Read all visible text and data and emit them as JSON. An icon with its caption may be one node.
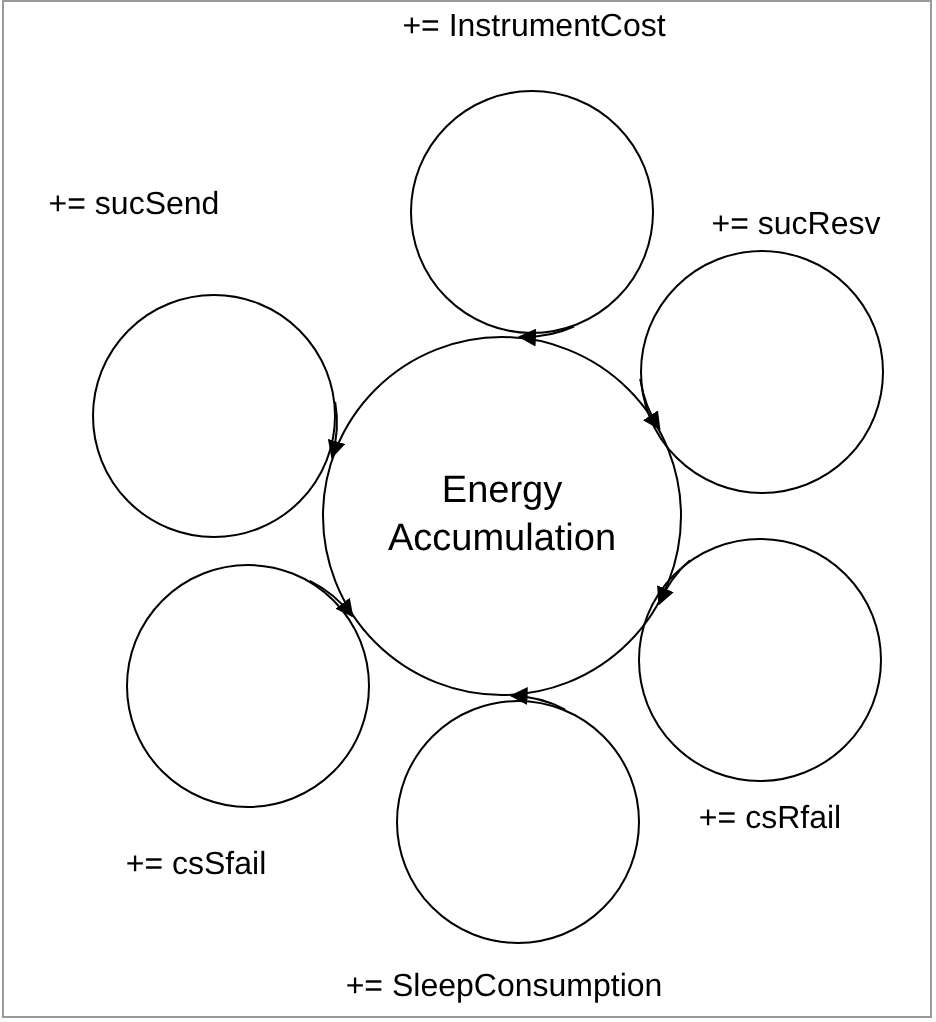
{
  "diagram": {
    "nodes": [
      {
        "text": [
          "Energy Accumulation"
        ]
      },
      {
        "text": [
          "+= InstrumentCost"
        ]
      },
      {
        "text": [
          "+= sucSend"
        ]
      },
      {
        "text": [
          "+= sucResv"
        ]
      },
      {
        "text": [
          "+= csSfail"
        ]
      },
      {
        "text": [
          "+= csRfail"
        ]
      },
      {
        "text": [
          "+= SleepConsumption"
        ]
      }
    ],
    "edges": [
      {
        "from": 1,
        "to": 0,
        "arrow": "to"
      },
      {
        "from": 2,
        "to": 0,
        "arrow": "to"
      },
      {
        "from": 3,
        "to": 0,
        "arrow": "to"
      },
      {
        "from": 4,
        "to": 0,
        "arrow": "to"
      },
      {
        "from": 5,
        "to": 0,
        "arrow": "to"
      },
      {
        "from": 6,
        "to": 0,
        "arrow": "to"
      }
    ]
  }
}
